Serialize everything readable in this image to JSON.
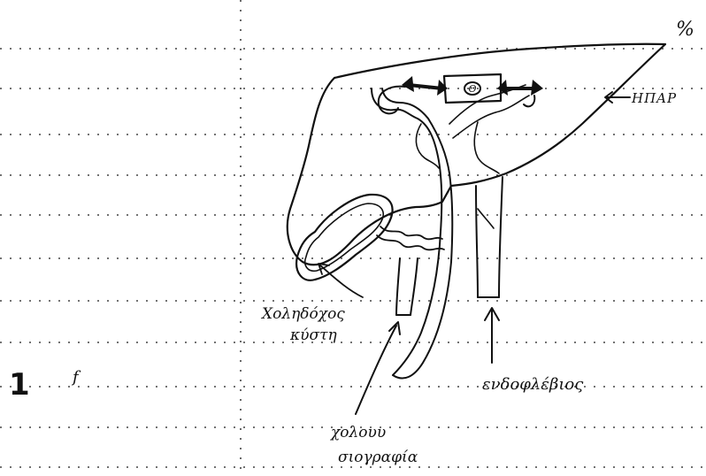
{
  "labels": {
    "liver": "ΗΠΑΡ",
    "gallbladder_line1": "Χοληδόχος",
    "gallbladder_line2": "κύστη",
    "vena_cava": "ενδοφλέβιος",
    "cholangio_line1": "χολουυ",
    "cholangio_line2": "σιογραφία",
    "figure_number": "1",
    "corner_mark": "%",
    "side_mark": "f",
    "center_mark": "Θ"
  },
  "colors": {
    "ink": "#111111",
    "paper": "#ffffff",
    "gridlines": "#444444"
  }
}
